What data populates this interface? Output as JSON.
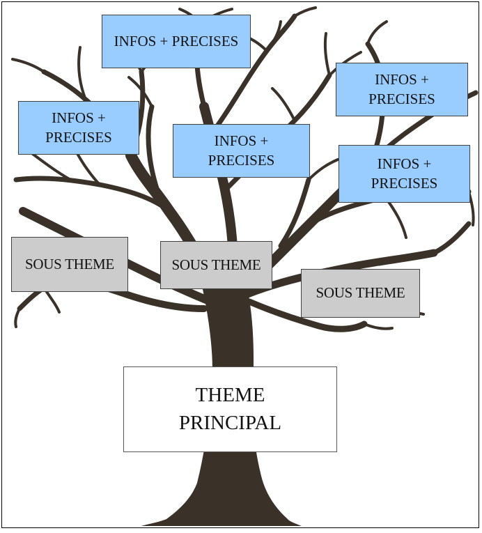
{
  "diagram": {
    "main_theme": {
      "label": "THEME\nPRINCIPAL"
    },
    "sub_themes": [
      {
        "label": "SOUS THEME"
      },
      {
        "label": "SOUS THEME"
      },
      {
        "label": "SOUS THEME"
      }
    ],
    "details": [
      {
        "label": "INFOS + PRECISES"
      },
      {
        "label": "INFOS +\nPRECISES"
      },
      {
        "label": "INFOS +\nPRECISES"
      },
      {
        "label": "INFOS +\nPRECISES"
      },
      {
        "label": "INFOS +\nPRECISES"
      }
    ]
  },
  "colors": {
    "trunk": "#3a3128",
    "detail_box": "#99ccff",
    "sub_theme_box": "#cccccc",
    "main_theme_box": "#ffffff"
  }
}
